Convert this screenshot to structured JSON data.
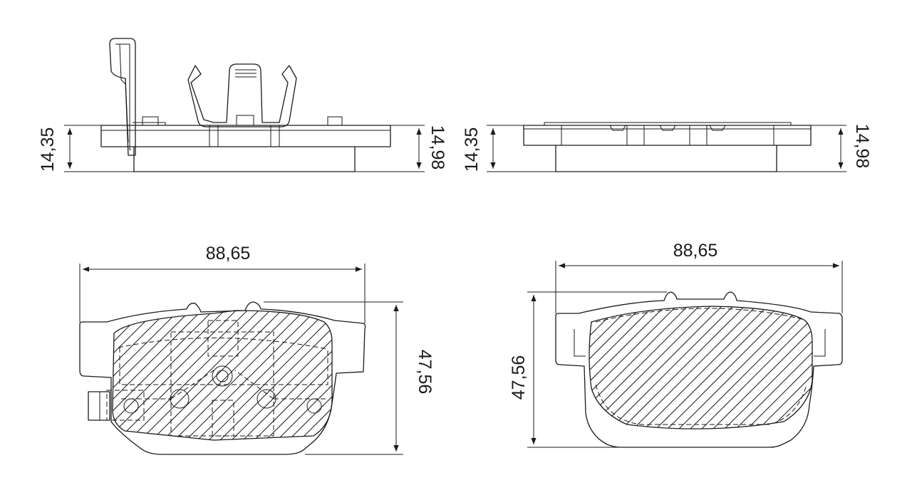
{
  "drawing": {
    "views": [
      {
        "name": "side-view-left",
        "dim_thickness_backplate": "14,35",
        "dim_thickness_total": "14,98"
      },
      {
        "name": "side-view-right",
        "dim_thickness_backplate": "14,35",
        "dim_thickness_total": "14,98"
      },
      {
        "name": "front-view-left",
        "dim_width": "88,65",
        "dim_height": "47,56"
      },
      {
        "name": "front-view-right",
        "dim_width": "88,65",
        "dim_height": "47,56"
      }
    ],
    "colors": {
      "line": "#1a1a1a",
      "background": "#ffffff"
    }
  }
}
